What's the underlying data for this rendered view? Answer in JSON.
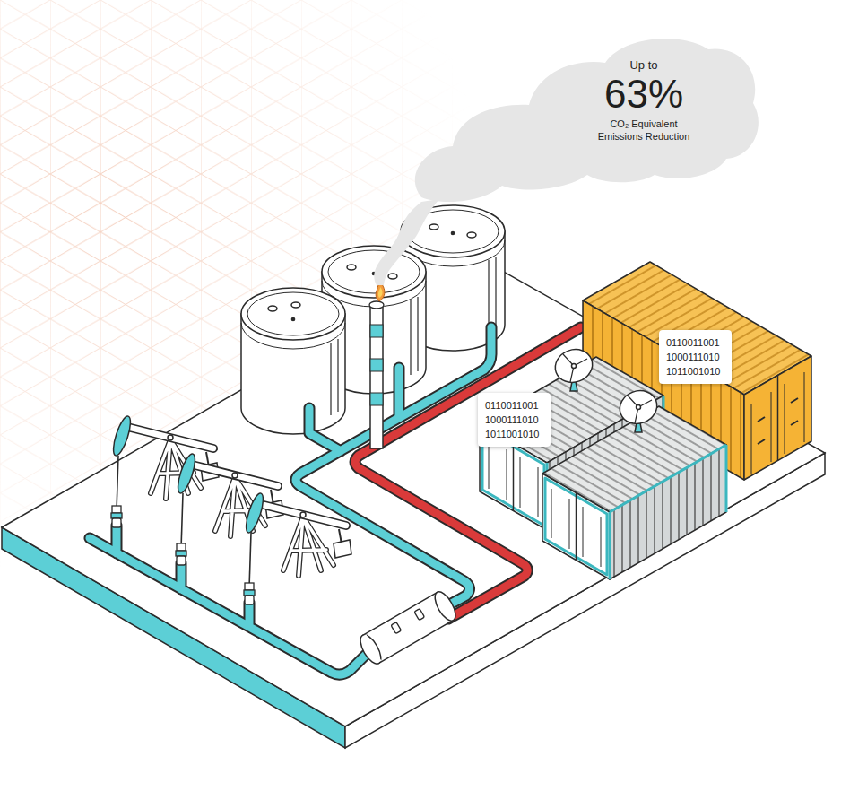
{
  "diagram": {
    "nodes": [
      {
        "text": [
          "Up to",
          "63%",
          "CO₂ Equivalent Emissions Reduction"
        ]
      },
      {
        "text": [
          "0110011001 1000111010 1011001010"
        ]
      },
      {
        "text": [
          "0110011001 1000111010 1011001010"
        ]
      }
    ]
  }
}
